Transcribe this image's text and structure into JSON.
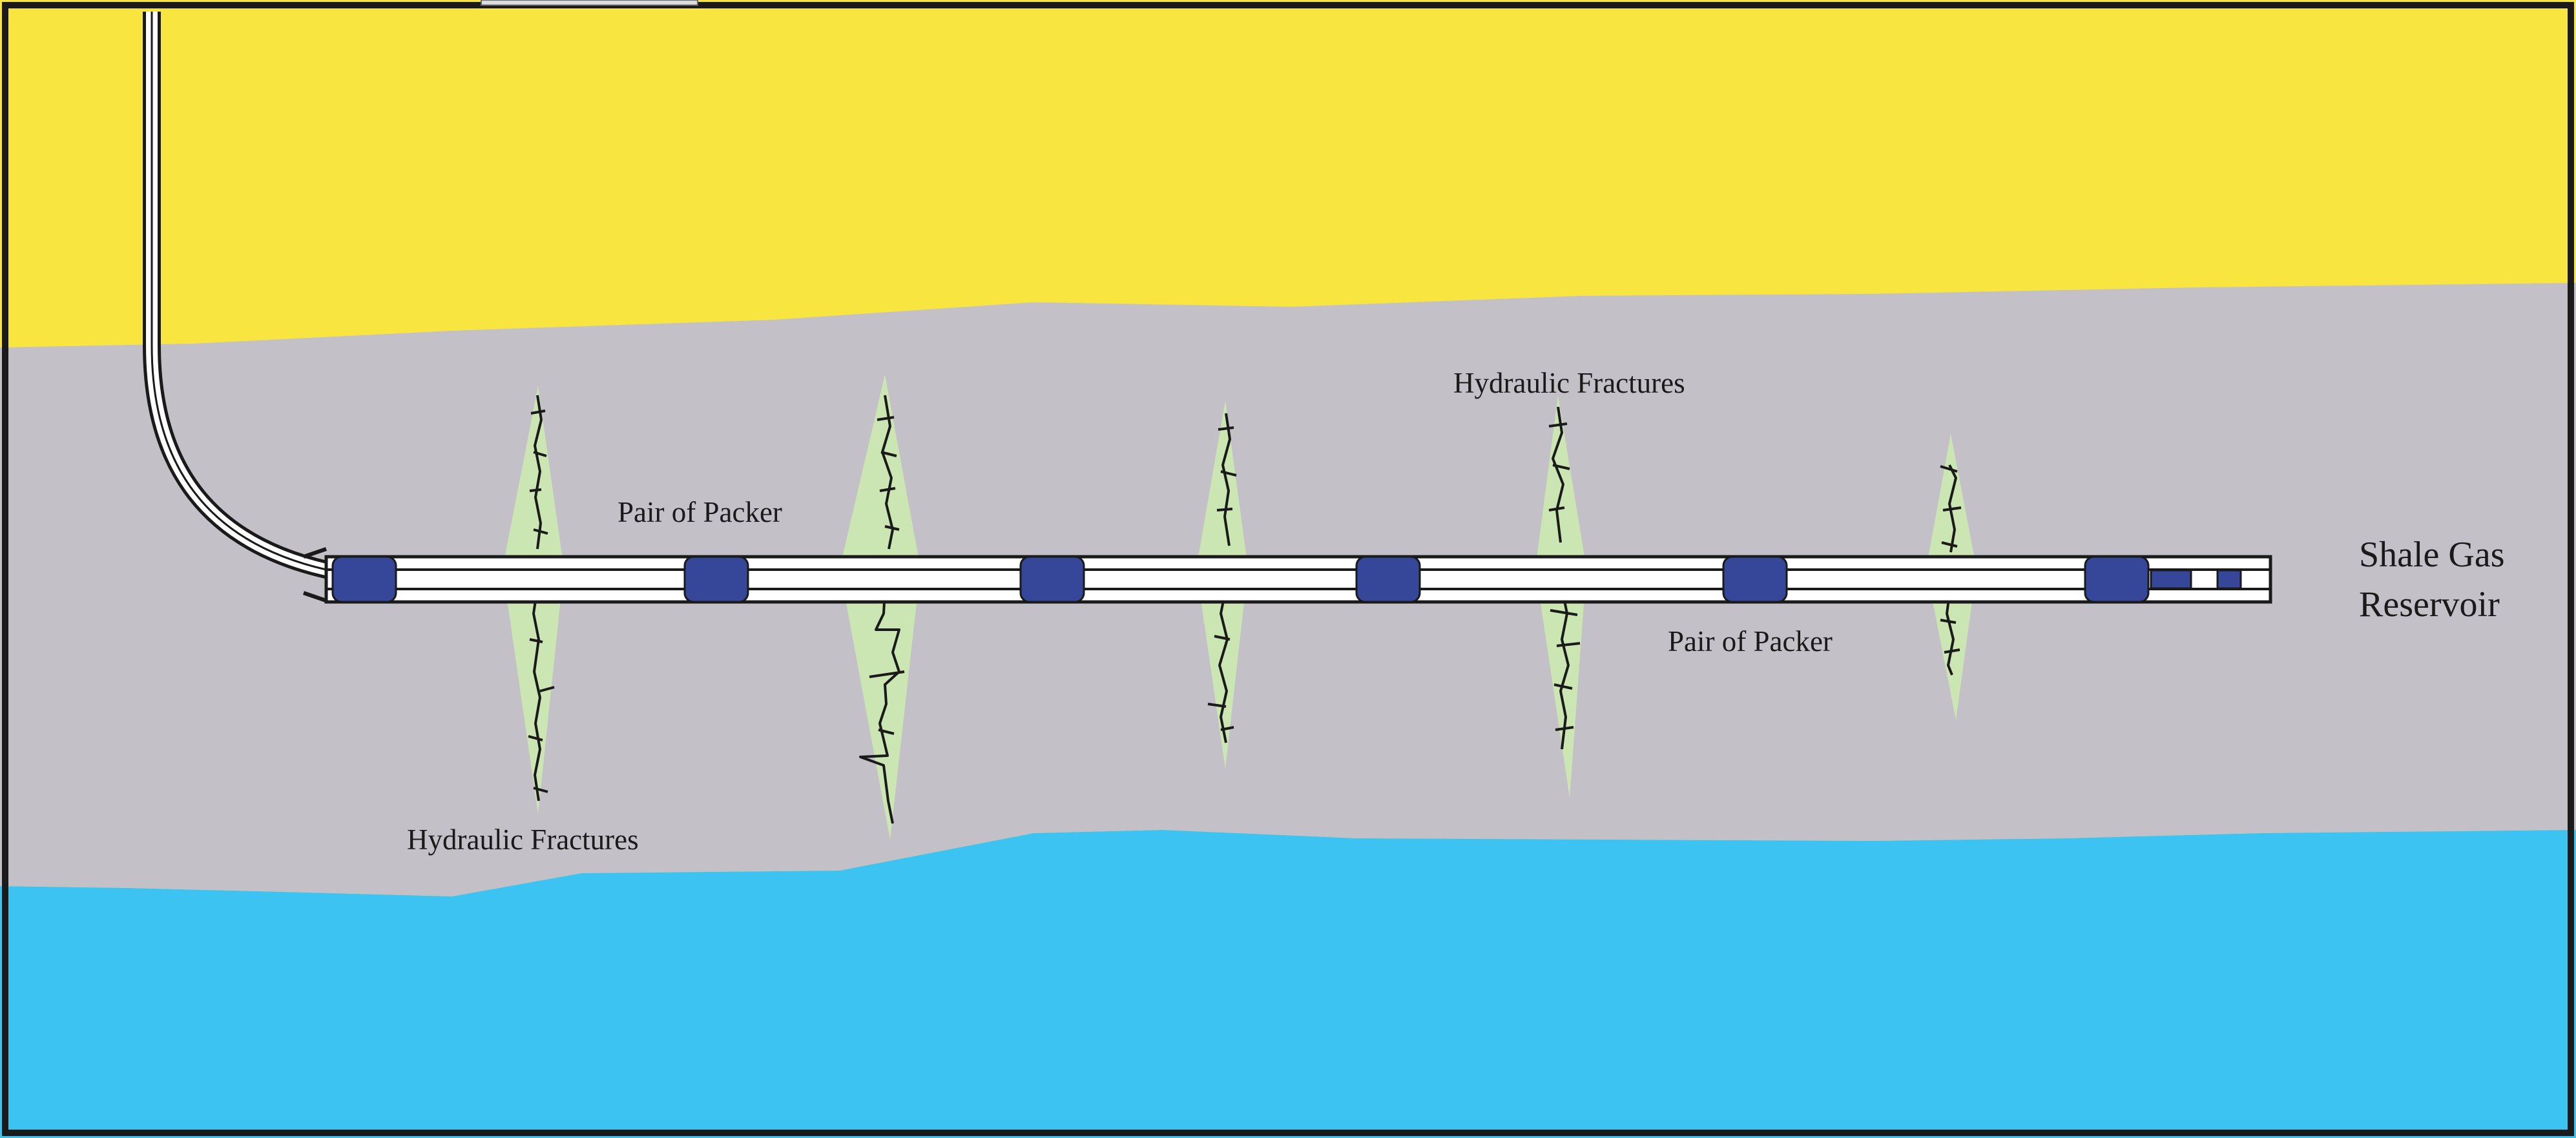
{
  "labels": {
    "reservoir_line1": "Shale Gas",
    "reservoir_line2": "Reservoir",
    "packer_top": "Pair of Packer",
    "packer_bottom": "Pair of Packer",
    "fractures_top": "Hydraulic Fractures",
    "fractures_bottom": "Hydraulic Fractures"
  },
  "colors": {
    "overburden": "#F8E540",
    "shale": "#C3C1C7",
    "underlying_layer": "#3CC3F1",
    "fracture_zone": "#CBE6B2",
    "packer": "#36479A",
    "pipe": "#FFFFFF",
    "outline": "#1A1A1A"
  }
}
